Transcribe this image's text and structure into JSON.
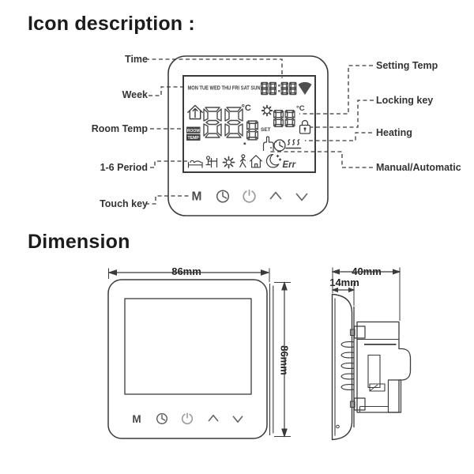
{
  "colors": {
    "line": "#3b3b3b",
    "text": "#2e2e2e",
    "lcd": "#4a4a4a"
  },
  "icon_description": {
    "title": "Icon description :",
    "left_labels": [
      "Time",
      "Week",
      "Room Temp",
      "1-6 Period",
      "Touch key"
    ],
    "right_labels": [
      "Setting Temp",
      "Locking key",
      "Heating",
      "Manual/Automatic"
    ],
    "lcd": {
      "week_days": "MON TUE WED THU FRI SAT SUN",
      "time_value": "88:88",
      "room_temp_value": "88.8",
      "room_temp_unit": "°C",
      "room_label_line1": "ROOM",
      "room_label_line2": "TEMP",
      "set_label": "SET",
      "setting_temp_value": "88",
      "setting_temp_unit": "°C",
      "error_text": "Err"
    },
    "touch_keys": {
      "mode": "M",
      "icons": [
        "clock-icon",
        "power-icon",
        "up-arrow-icon",
        "down-arrow-icon"
      ]
    }
  },
  "dimension": {
    "title": "Dimension",
    "front_width": "86mm",
    "front_height": "86mm",
    "side_depth": "40mm",
    "panel_thickness": "14mm",
    "mode_key": "M"
  }
}
